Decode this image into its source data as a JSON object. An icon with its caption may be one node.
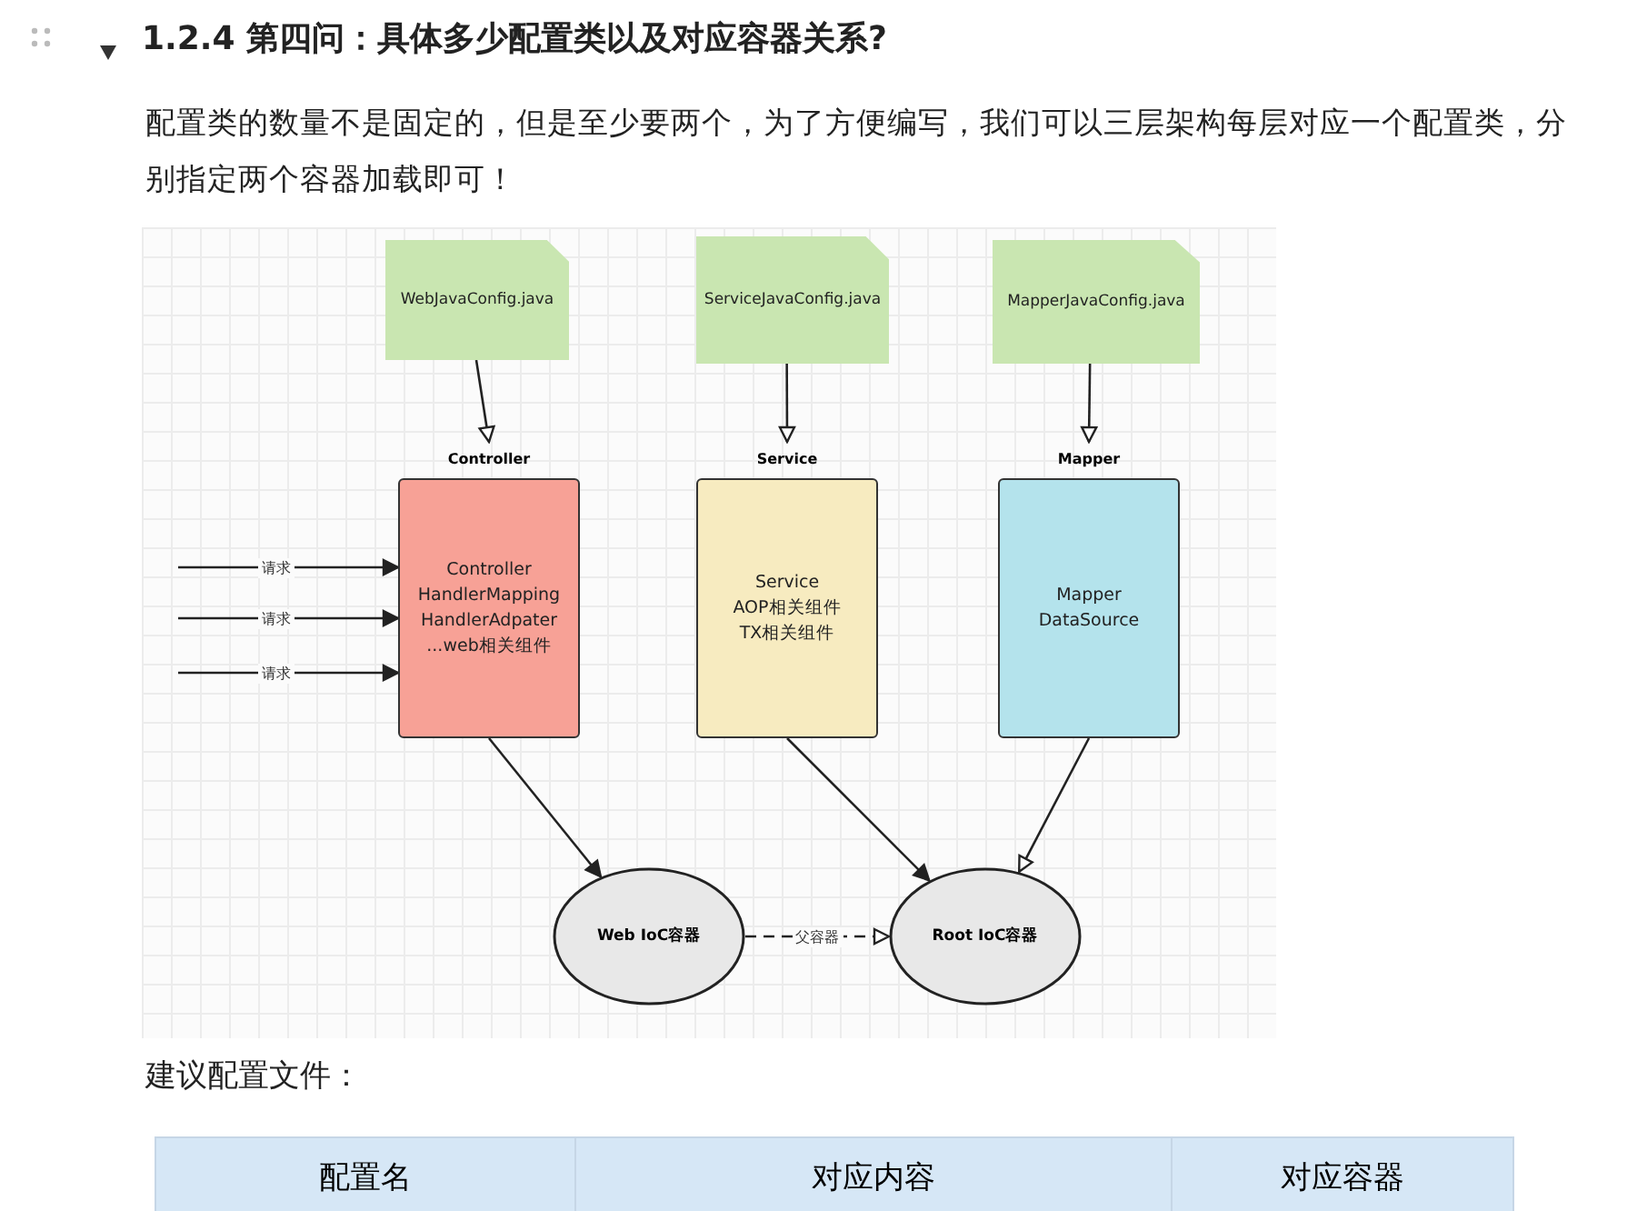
{
  "diagram": {
    "title": "1.2.4 第四问：具体多少配置类以及对应容器关系?",
    "nodes": [
      {
        "text": [
          "WebJavaConfig.java"
        ]
      },
      {
        "text": [
          "ServiceJavaConfig.java"
        ]
      },
      {
        "text": [
          "MapperJavaConfig.java"
        ]
      },
      {
        "text": [
          "Controller",
          "Controller",
          "HandlerMapping",
          "HandlerAdpater",
          "...web相关组件"
        ]
      },
      {
        "text": [
          "Service",
          "Service",
          "AOP相关组件",
          "TX相关组件"
        ]
      },
      {
        "text": [
          "Mapper",
          "Mapper",
          "DataSource"
        ]
      },
      {
        "text": [
          "Web IoC容器"
        ]
      },
      {
        "text": [
          "Root IoC容器"
        ]
      }
    ],
    "edges": [
      {
        "from": 0,
        "to": 3,
        "arrow": "to"
      },
      {
        "from": 1,
        "to": 4,
        "arrow": "to"
      },
      {
        "from": 2,
        "to": 5,
        "arrow": "to"
      },
      {
        "from": null,
        "to": 3,
        "arrow": "to",
        "label": "请求"
      },
      {
        "from": null,
        "to": 3,
        "arrow": "to",
        "label": "请求"
      },
      {
        "from": null,
        "to": 3,
        "arrow": "to",
        "label": "请求"
      },
      {
        "from": 3,
        "to": 6,
        "arrow": "to"
      },
      {
        "from": 4,
        "to": 7,
        "arrow": "to"
      },
      {
        "from": 5,
        "to": 7,
        "arrow": "to"
      },
      {
        "from": 6,
        "to": 7,
        "arrow": "to",
        "label": "父容器",
        "style": "dashed"
      }
    ],
    "labels": [
      "配置类的数量不是固定的，但是至少要两个，为了方便编写，我们可以三层架构每层对应一个配置类，分别指定两个容器加载即可！",
      "建议配置文件：",
      "配置名",
      "对应内容",
      "对应容器"
    ]
  }
}
